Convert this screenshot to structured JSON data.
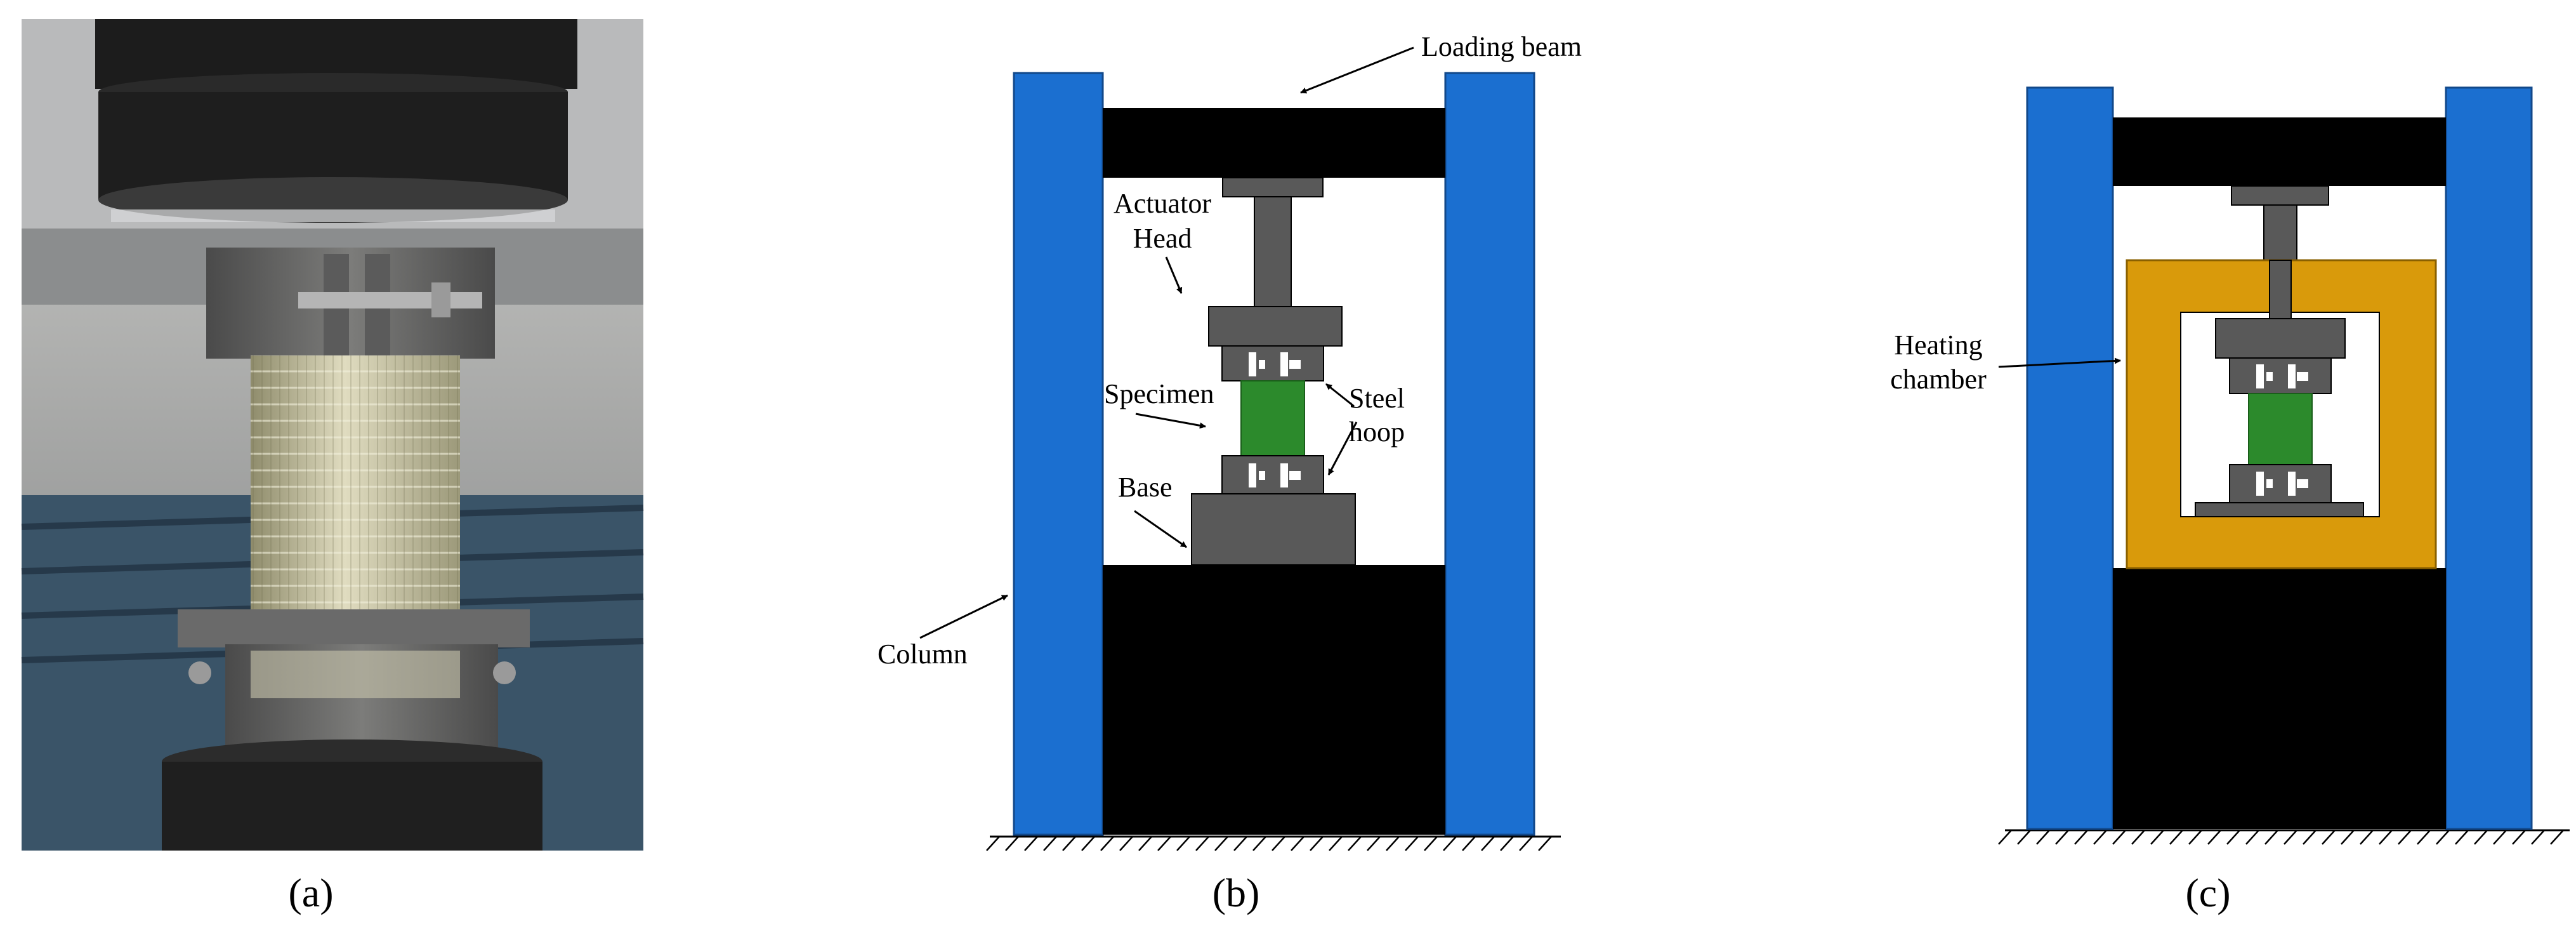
{
  "figure": {
    "panel_a": {
      "caption": "(a)"
    },
    "panel_b": {
      "caption": "(b)",
      "labels": {
        "loading_beam": "Loading beam",
        "actuator_line1": "Actuator",
        "actuator_line2": "Head",
        "specimen": "Specimen",
        "steel_line1": "Steel",
        "steel_line2": "hoop",
        "base": "Base",
        "column": "Column"
      }
    },
    "panel_c": {
      "caption": "(c)",
      "labels": {
        "heating_line1": "Heating",
        "heating_line2": "chamber"
      }
    }
  },
  "colors": {
    "column": "#1b6fd0",
    "column_edge": "#12488a",
    "frame": "#000000",
    "actuator": "#595959",
    "specimen": "#2c8a2c",
    "heating_chamber": "#d99a0b"
  }
}
